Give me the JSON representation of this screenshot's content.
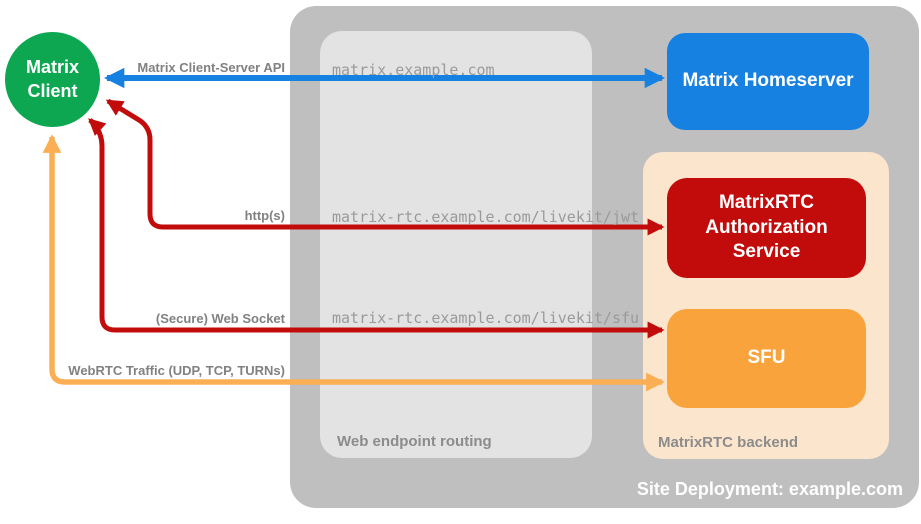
{
  "colors": {
    "canvas_bg": "#ffffff",
    "deployment_gray": "#bfbfbf",
    "routing_gray": "#e3e3e3",
    "backend_peach": "#fce5cd",
    "client_green": "#0ca750",
    "homeserver_blue": "#1781e1",
    "auth_red": "#c20c0c",
    "sfu_orange": "#f9a33d",
    "arrow_orange": "#faaf55",
    "label_gray": "#818181",
    "endpoint_gray": "#9a9a9a",
    "container_label_gray": "#8c8c8c",
    "node_text_white": "#ffffff"
  },
  "containers": {
    "site_deployment": {
      "label": "Site Deployment: example.com"
    },
    "web_endpoint_routing": {
      "label": "Web endpoint routing"
    },
    "matrixrtc_backend": {
      "label": "MatrixRTC backend"
    }
  },
  "nodes": {
    "matrix_client": {
      "label": "Matrix\nClient",
      "shape": "circle",
      "color": "#0ca750"
    },
    "matrix_homeserver": {
      "label": "Matrix Homeserver",
      "shape": "rounded-rect",
      "color": "#1781e1"
    },
    "matrixrtc_auth_service": {
      "label": "MatrixRTC\nAuthorization\nService",
      "shape": "rounded-rect",
      "color": "#c20c0c"
    },
    "sfu": {
      "label": "SFU",
      "shape": "rounded-rect",
      "color": "#f9a33d"
    }
  },
  "connections": [
    {
      "label": "Matrix Client-Server API",
      "endpoint": "matrix.example.com",
      "from": "Matrix Client",
      "to": "Matrix Homeserver",
      "color": "#1781e1",
      "direction": "bidirectional"
    },
    {
      "label": "http(s)",
      "endpoint": "matrix-rtc.example.com/livekit/jwt",
      "from": "Matrix Client",
      "to": "MatrixRTC Authorization Service",
      "color": "#c20c0c",
      "direction": "bidirectional"
    },
    {
      "label": "(Secure) Web Socket",
      "endpoint": "matrix-rtc.example.com/livekit/sfu",
      "from": "Matrix Client",
      "to": "SFU",
      "color": "#c20c0c",
      "direction": "bidirectional"
    },
    {
      "label": "WebRTC Traffic (UDP, TCP, TURNs)",
      "endpoint": "",
      "from": "Matrix Client",
      "to": "SFU",
      "color": "#faaf55",
      "direction": "bidirectional"
    }
  ]
}
